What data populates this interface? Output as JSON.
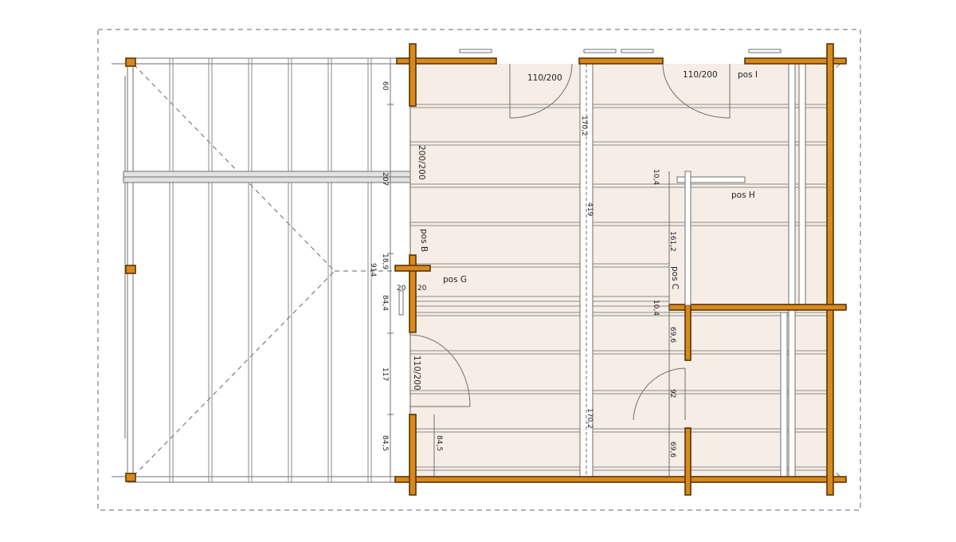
{
  "colors": {
    "room_fill": "#f6ede6",
    "log_wall": "#d8891c",
    "log_outline": "#5a3405"
  },
  "labels": {
    "door_top_left": "110/200",
    "door_top_right": "110/200",
    "door_left": "200/200",
    "door_bottom_left": "110/200",
    "pos_i": "pos I",
    "pos_h": "pos H",
    "pos_b": "pos B",
    "pos_g": "pos G",
    "pos_c": "pos C"
  },
  "dimensions": {
    "d60": "60",
    "d207": "207",
    "d18_9": "18,9",
    "d914": "914",
    "d20a": "20",
    "d20b": "20",
    "d84_4": "84,4",
    "d117": "117",
    "d84_5_left": "84,5",
    "d84_5_right": "84,5",
    "d170_2_top": "170,2",
    "d419": "419",
    "d170_2_bottom": "170,2",
    "d10_4_top": "10,4",
    "d161_2": "161,2",
    "d10_4_mid": "10,4",
    "d69_6_top": "69,6",
    "d92": "92",
    "d69_6_bottom": "69,6"
  }
}
